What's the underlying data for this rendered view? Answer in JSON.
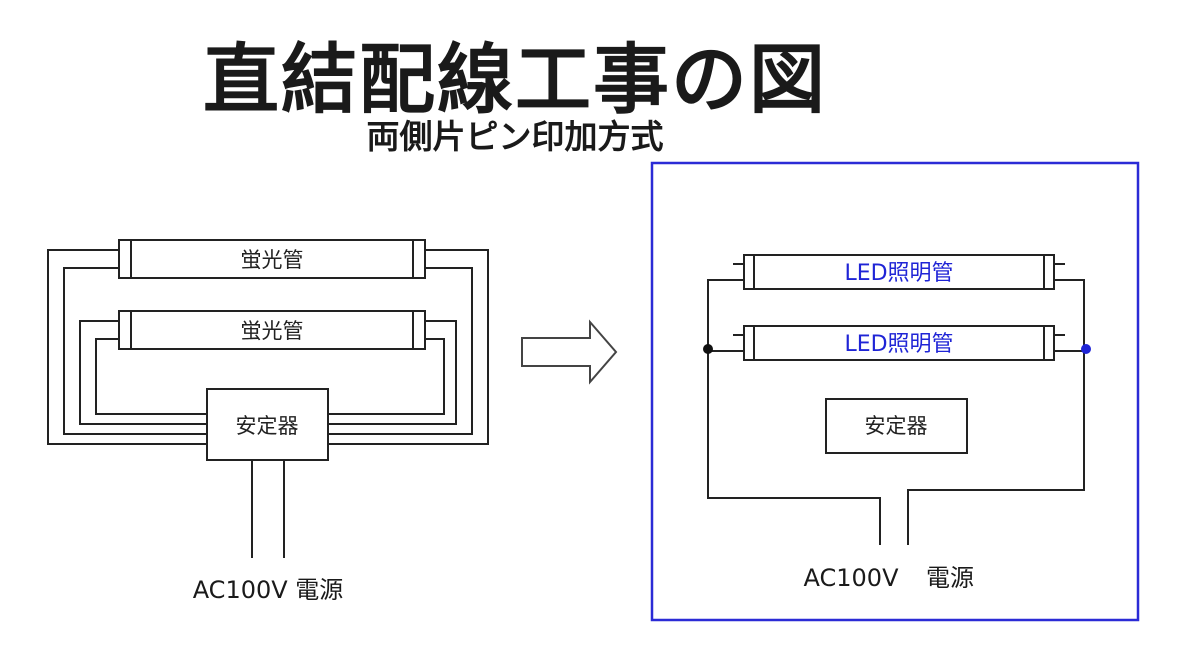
{
  "header": {
    "title": "直結配線工事の図",
    "subtitle": "両側片ピン印加方式"
  },
  "left_diagram": {
    "tube_top_label": "蛍光管",
    "tube_bottom_label": "蛍光管",
    "ballast_label": "安定器",
    "power_label": "AC100V 電源"
  },
  "right_diagram": {
    "tube_top_label": "LED照明管",
    "tube_bottom_label": "LED照明管",
    "ballast_label": "安定器",
    "power_label_ac": "AC100V",
    "power_label_src": "電源",
    "frame_color": "#2b2bd6",
    "led_label_color": "#1f24d6"
  },
  "icons": {
    "arrow": "right-arrow-icon"
  }
}
